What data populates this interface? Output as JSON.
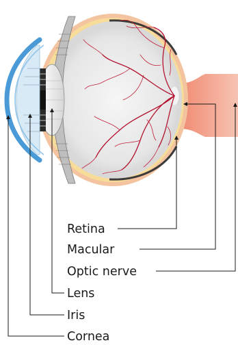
{
  "diagram": {
    "labels": [
      {
        "id": "retina",
        "text": "Retina"
      },
      {
        "id": "macular",
        "text": "Macular"
      },
      {
        "id": "optic_nerve",
        "text": "Optic nerve"
      },
      {
        "id": "lens",
        "text": "Lens"
      },
      {
        "id": "iris",
        "text": "Iris"
      },
      {
        "id": "cornea",
        "text": "Cornea"
      }
    ]
  },
  "colors": {
    "sclera_outer": "#f3c49f",
    "optic_nerve": "#f2b09c",
    "vitreous": "#e9e9e9",
    "cornea": "#4a9ad8",
    "vessels": "#b3122f",
    "leader_lines": "#1a1a1a"
  }
}
